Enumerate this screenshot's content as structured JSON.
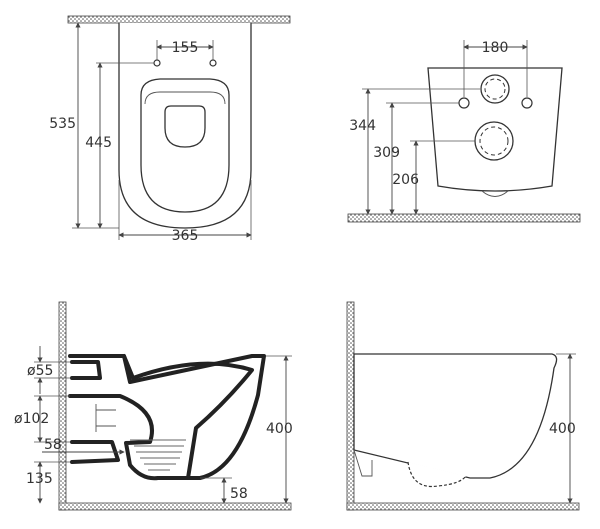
{
  "top_view": {
    "dim_total_length": "535",
    "dim_bowl_length": "445",
    "dim_hole_spacing": "155",
    "dim_width": "365"
  },
  "rear_view": {
    "dim_bolt_spacing": "180",
    "dim_top_height": "344",
    "dim_bolt_height": "309",
    "dim_outlet_height": "206"
  },
  "section_view": {
    "dim_inlet_diameter": "ø55",
    "dim_outlet_diameter": "ø102",
    "dim_trap_depth": "58",
    "dim_outlet_floor": "135",
    "dim_bottom_gap": "58",
    "dim_height": "400"
  },
  "side_view": {
    "dim_height": "400"
  }
}
